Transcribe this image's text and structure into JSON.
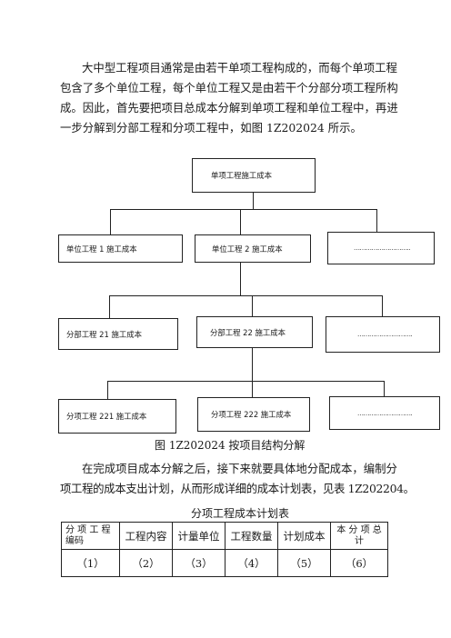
{
  "intro": {
    "lines": [
      "大中型工程项目通常是由若干单项工程构成的，而每个单项工程",
      "包含了多个单位工程，每个单位工程又是由若干个分部分项工程所构",
      "成。因此，首先要把项目总成本分解到单项工程和单位工程中，再进",
      "一步分解到分部工程和分项工程中，如图 1Z202024 所示。"
    ]
  },
  "diagram": {
    "root": "单项工程施工成本",
    "level1": [
      "单位工程 1 施工成本",
      "单位工程 2 施工成本",
      "……………………….."
    ],
    "level2": [
      "分部工程 21 施工成本",
      "分部工程 22 施工成本",
      "………………………."
    ],
    "level3": [
      "分项工程 221 施工成本",
      "分项工程 222 施工成本",
      "………………………."
    ],
    "caption": "图 1Z202024    按项目结构分解"
  },
  "para2": {
    "lines": [
      "在完成项目成本分解之后，接下来就要具体地分配成本，编制分",
      "项工程的成本支出计划，从而形成详细的成本计划表，见表 1Z202204。"
    ]
  },
  "table": {
    "title": "分项工程成本计划表",
    "headers": [
      "分 项 工 程 编码",
      "工程内容",
      "计量单位",
      "工程数量",
      "计划成本",
      "本 分 项 总 计"
    ],
    "row": [
      "（1）",
      "（2）",
      "（3）",
      "（4）",
      "（5）",
      "（6）"
    ]
  }
}
